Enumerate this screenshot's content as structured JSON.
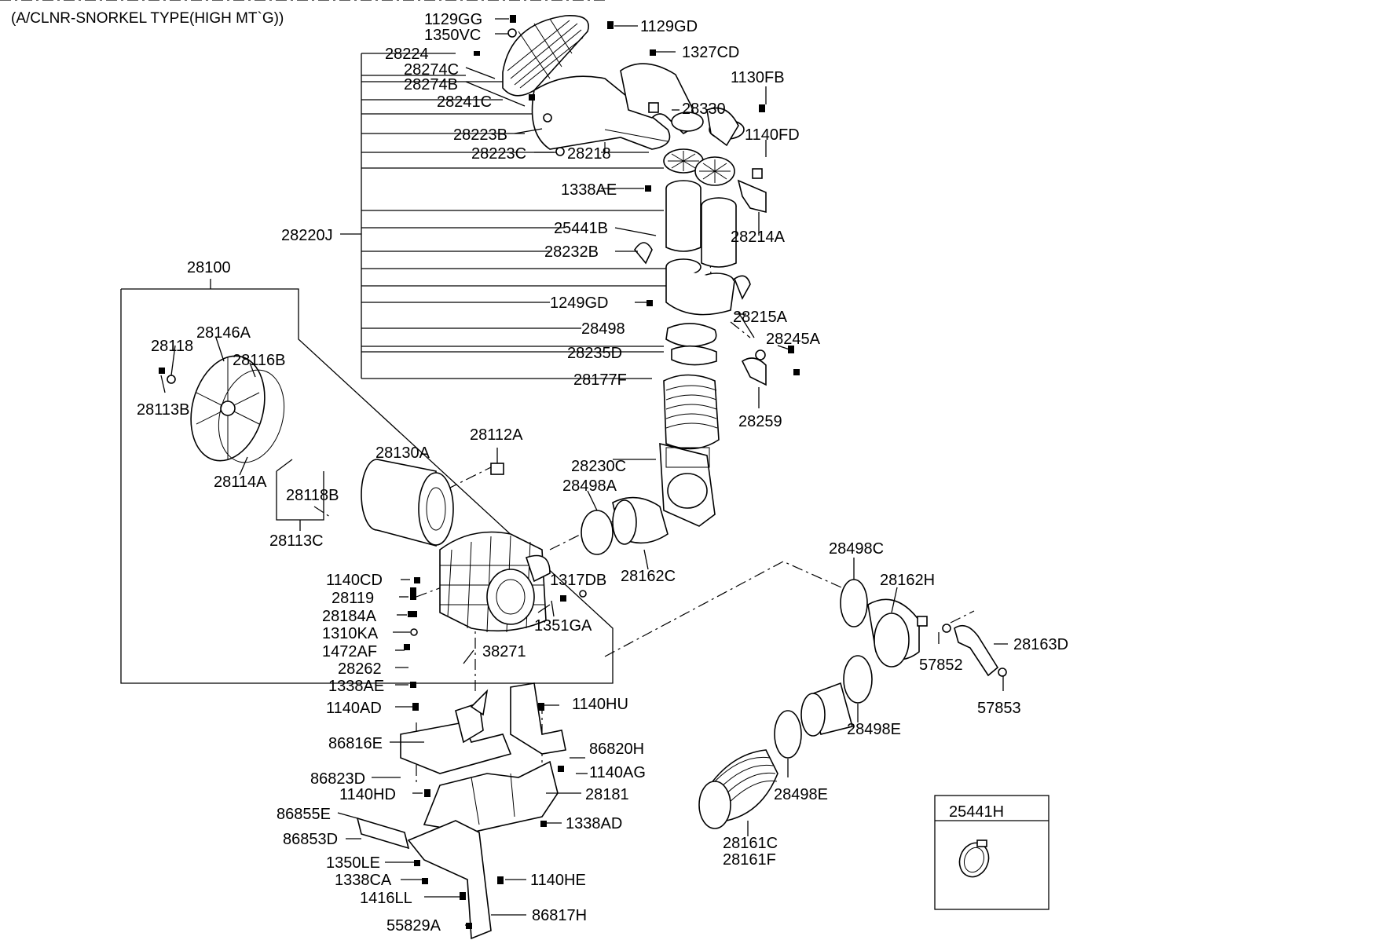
{
  "title": "(A/CLNR-SNORKEL TYPE(HIGH MT`G))",
  "labels": {
    "p1129GG": "1129GG",
    "p1350VC": "1350VC",
    "p1129GD": "1129GD",
    "p1327CD": "1327CD",
    "p1130FB": "1130FB",
    "p28224": "28224",
    "p28274C": "28274C",
    "p28274B": "28274B",
    "p28241C": "28241C",
    "p28330": "28330",
    "p1140FD": "1140FD",
    "p28223B": "28223B",
    "p28223C": "28223C",
    "p28218": "28218",
    "p1338AE_top": "1338AE",
    "p28220J": "28220J",
    "p25441B": "25441B",
    "p28214A": "28214A",
    "p28232B": "28232B",
    "p28100": "28100",
    "p1249GD": "1249GD",
    "p28215A": "28215A",
    "p28498": "28498",
    "p28245A": "28245A",
    "p28146A": "28146A",
    "p28118": "28118",
    "p28116B": "28116B",
    "p28235D": "28235D",
    "p28113B": "28113B",
    "p28177F": "28177F",
    "p28259": "28259",
    "p28112A": "28112A",
    "p28130A": "28130A",
    "p28230C": "28230C",
    "p28498A": "28498A",
    "p28114A": "28114A",
    "p28118B": "28118B",
    "p28113C": "28113C",
    "p28498C": "28498C",
    "p28162C": "28162C",
    "p1140CD": "1140CD",
    "p1317DB": "1317DB",
    "p28162H": "28162H",
    "p28119": "28119",
    "p28184A": "28184A",
    "p1351GA": "1351GA",
    "p28163D": "28163D",
    "p1310KA": "1310KA",
    "p1472AF": "1472AF",
    "p38271": "38271",
    "p57852": "57852",
    "p28262": "28262",
    "p1338AE_mid": "1338AE",
    "p57853": "57853",
    "p1140AD": "1140AD",
    "p1140HU": "1140HU",
    "p28498E_a": "28498E",
    "p86816E": "86816E",
    "p86820H": "86820H",
    "p1140AG": "1140AG",
    "p86823D": "86823D",
    "p1140HD": "1140HD",
    "p28181": "28181",
    "p28498E_b": "28498E",
    "p86855E": "86855E",
    "p1338AD": "1338AD",
    "p25441H": "25441H",
    "p86853D": "86853D",
    "p28161C": "28161C",
    "p28161F": "28161F",
    "p1350LE": "1350LE",
    "p1140HE": "1140HE",
    "p1338CA": "1338CA",
    "p1416LL": "1416LL",
    "p55829A": "55829A",
    "p86817H": "86817H"
  }
}
